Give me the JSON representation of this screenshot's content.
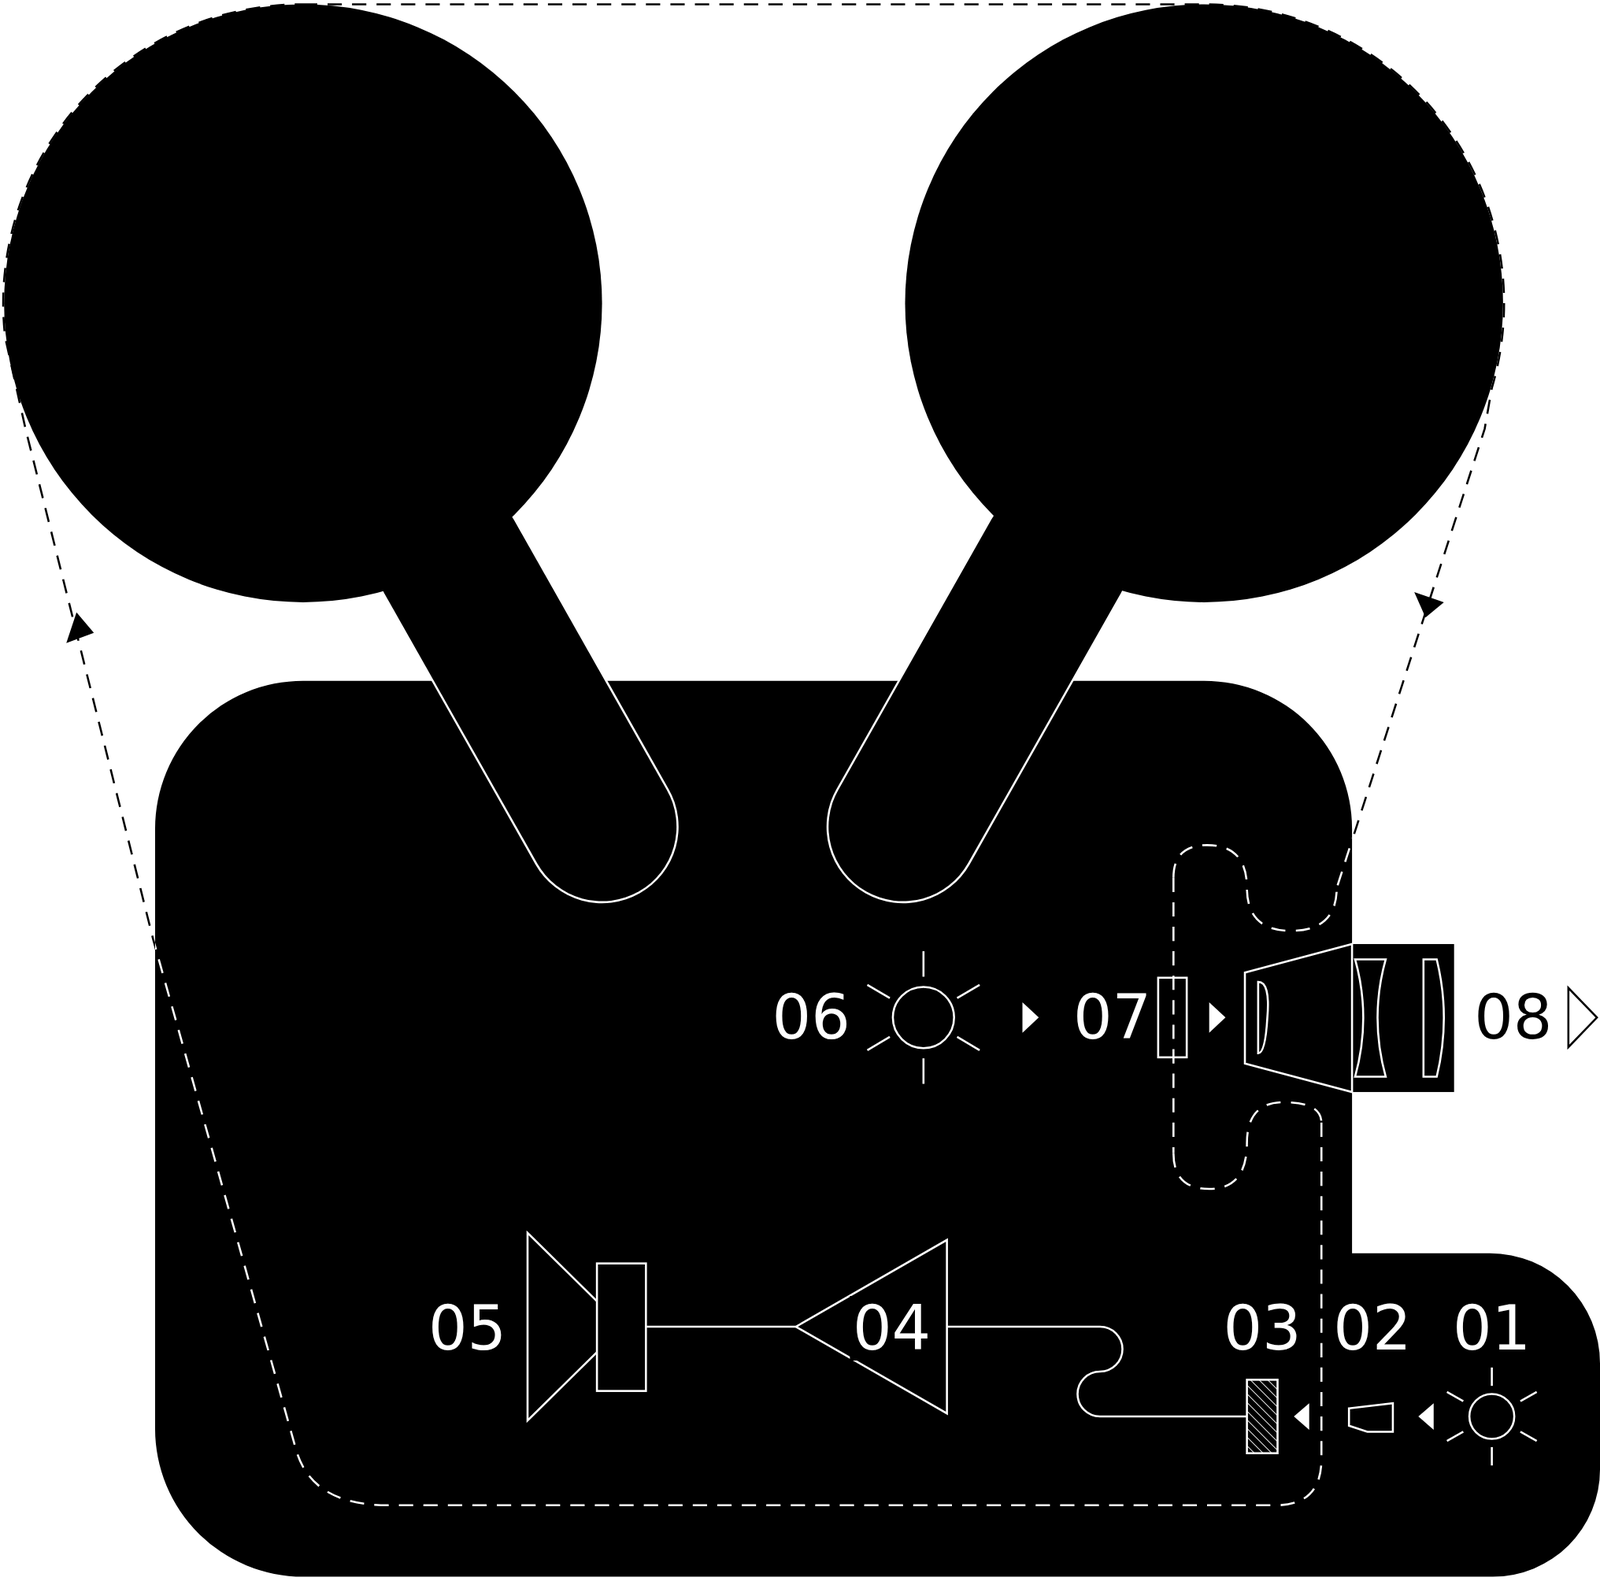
{
  "diagram": {
    "labels": [
      "06",
      "07",
      "08",
      "05",
      "04",
      "03",
      "02",
      "01"
    ]
  }
}
